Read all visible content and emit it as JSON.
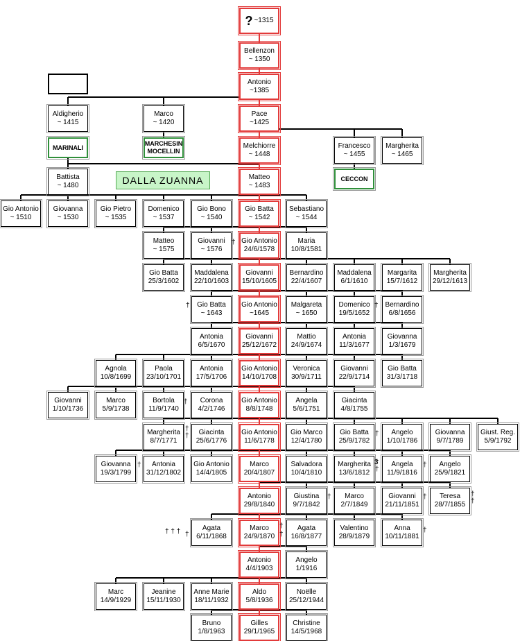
{
  "root": {
    "mark": "?",
    "date": "~1315"
  },
  "banner": "DALLA ZUANNA",
  "families": [
    "MARINALI",
    "MARCHESIN MOCELLIN",
    "CECCON"
  ],
  "people": [
    {
      "name": "Bellenzon",
      "date": "~ 1350"
    },
    {
      "name": "Antonio",
      "date": "~1385"
    },
    {
      "name": "Aldigherio",
      "date": "~ 1415"
    },
    {
      "name": "Marco",
      "date": "~ 1420"
    },
    {
      "name": "Pace",
      "date": "~1425"
    },
    {
      "name": "Melchiorre",
      "date": "~ 1448"
    },
    {
      "name": "Francesco",
      "date": "~ 1455"
    },
    {
      "name": "Margherita",
      "date": "~ 1465"
    },
    {
      "name": "Battista",
      "date": "~ 1480"
    },
    {
      "name": "Matteo",
      "date": "~ 1483"
    },
    {
      "name": "Gio Antonio",
      "date": "~ 1510"
    },
    {
      "name": "Giovanna",
      "date": "~ 1530"
    },
    {
      "name": "Gio Pietro",
      "date": "~ 1535"
    },
    {
      "name": "Domenico",
      "date": "~ 1537"
    },
    {
      "name": "Gio Bono",
      "date": "~ 1540"
    },
    {
      "name": "Gio Batta",
      "date": "~ 1542"
    },
    {
      "name": "Sebastiano",
      "date": "~ 1544"
    },
    {
      "name": "Matteo",
      "date": "~ 1575"
    },
    {
      "name": "Giovanni",
      "date": "~ 1576"
    },
    {
      "name": "Gio Antonio",
      "date": "24/6/1578"
    },
    {
      "name": "Maria",
      "date": "10/8/1581"
    },
    {
      "name": "Gio Batta",
      "date": "25/3/1602"
    },
    {
      "name": "Maddalena",
      "date": "22/10/1603"
    },
    {
      "name": "Giovanni",
      "date": "15/10/1605"
    },
    {
      "name": "Bernardino",
      "date": "22/4/1607"
    },
    {
      "name": "Maddalena",
      "date": "6/1/1610"
    },
    {
      "name": "Margarita",
      "date": "15/7/1612"
    },
    {
      "name": "Margherita",
      "date": "29/12/1613"
    },
    {
      "name": "Gio Batta",
      "date": "~ 1643"
    },
    {
      "name": "Gio Antonio",
      "date": "~1645"
    },
    {
      "name": "Malgareta",
      "date": "~ 1650"
    },
    {
      "name": "Domenico",
      "date": "19/5/1652"
    },
    {
      "name": "Bernardino",
      "date": "6/8/1656"
    },
    {
      "name": "Antonia",
      "date": "6/5/1670"
    },
    {
      "name": "Giovanni",
      "date": "25/12/1672"
    },
    {
      "name": "Mattio",
      "date": "24/9/1674"
    },
    {
      "name": "Antonia",
      "date": "11/3/1677"
    },
    {
      "name": "Giovanna",
      "date": "1/3/1679"
    },
    {
      "name": "Agnola",
      "date": "10/8/1699"
    },
    {
      "name": "Paola",
      "date": "23/10/1701"
    },
    {
      "name": "Antonia",
      "date": "17/5/1706"
    },
    {
      "name": "Gio Antonio",
      "date": "14/10/1708"
    },
    {
      "name": "Veronica",
      "date": "30/9/1711"
    },
    {
      "name": "Giovanni",
      "date": "22/9/1714"
    },
    {
      "name": "Gio Batta",
      "date": "31/3/1718"
    },
    {
      "name": "Giovanni",
      "date": "1/10/1736"
    },
    {
      "name": "Marco",
      "date": "5/9/1738"
    },
    {
      "name": "Bortola",
      "date": "11/9/1740"
    },
    {
      "name": "Corona",
      "date": "4/2/1746"
    },
    {
      "name": "Gio Antonio",
      "date": "8/8/1748"
    },
    {
      "name": "Angela",
      "date": "5/6/1751"
    },
    {
      "name": "Giacinta",
      "date": "4/8/1755"
    },
    {
      "name": "Margherita",
      "date": "8/7/1771"
    },
    {
      "name": "Giacinta",
      "date": "25/6/1776"
    },
    {
      "name": "Gio Antonio",
      "date": "11/6/1778"
    },
    {
      "name": "Gio Marco",
      "date": "12/4/1780"
    },
    {
      "name": "Gio Batta",
      "date": "25/9/1782"
    },
    {
      "name": "Angelo",
      "date": "1/10/1786"
    },
    {
      "name": "Giovanna",
      "date": "9/7/1789"
    },
    {
      "name": "Giust. Reg.",
      "date": "5/9/1792"
    },
    {
      "name": "Giovanna",
      "date": "19/3/1799"
    },
    {
      "name": "Antonia",
      "date": "31/12/1802"
    },
    {
      "name": "Gio Antonio",
      "date": "14/4/1805"
    },
    {
      "name": "Marco",
      "date": "20/4/1807"
    },
    {
      "name": "Salvadora",
      "date": "10/4/1810"
    },
    {
      "name": "Margherita",
      "date": "13/6/1812"
    },
    {
      "name": "Angela",
      "date": "11/9/1816"
    },
    {
      "name": "Angelo",
      "date": "25/9/1821"
    },
    {
      "name": "Antonio",
      "date": "29/8/1840"
    },
    {
      "name": "Giustina",
      "date": "9/7/1842"
    },
    {
      "name": "Marco",
      "date": "2/7/1849"
    },
    {
      "name": "Giovanni",
      "date": "21/11/1851"
    },
    {
      "name": "Teresa",
      "date": "28/7/1855"
    },
    {
      "name": "Agata",
      "date": "6/11/1868"
    },
    {
      "name": "Marco",
      "date": "24/9/1870"
    },
    {
      "name": "Agata",
      "date": "16/8/1877"
    },
    {
      "name": "Valentino",
      "date": "28/9/1879"
    },
    {
      "name": "Anna",
      "date": "10/11/1881"
    },
    {
      "name": "Antonio",
      "date": "4/4/1903"
    },
    {
      "name": "Angelo",
      "date": "1/1916"
    },
    {
      "name": "Marc",
      "date": "14/9/1929"
    },
    {
      "name": "Jeanine",
      "date": "15/11/1930"
    },
    {
      "name": "Anne Marie",
      "date": "18/11/1932"
    },
    {
      "name": "Aldo",
      "date": "5/8/1936"
    },
    {
      "name": "Noëlle",
      "date": "25/12/1944"
    },
    {
      "name": "Bruno",
      "date": "1/8/1963"
    },
    {
      "name": "Gilles",
      "date": "29/1/1965"
    },
    {
      "name": "Christine",
      "date": "14/5/1968"
    }
  ],
  "marks": [
    "†",
    "†",
    "†",
    "†",
    "†",
    "†",
    "†",
    "†",
    "†",
    "3",
    "†",
    "†",
    "†",
    "†",
    "†",
    "†",
    "†",
    "† † †",
    "†",
    "†",
    "†"
  ]
}
